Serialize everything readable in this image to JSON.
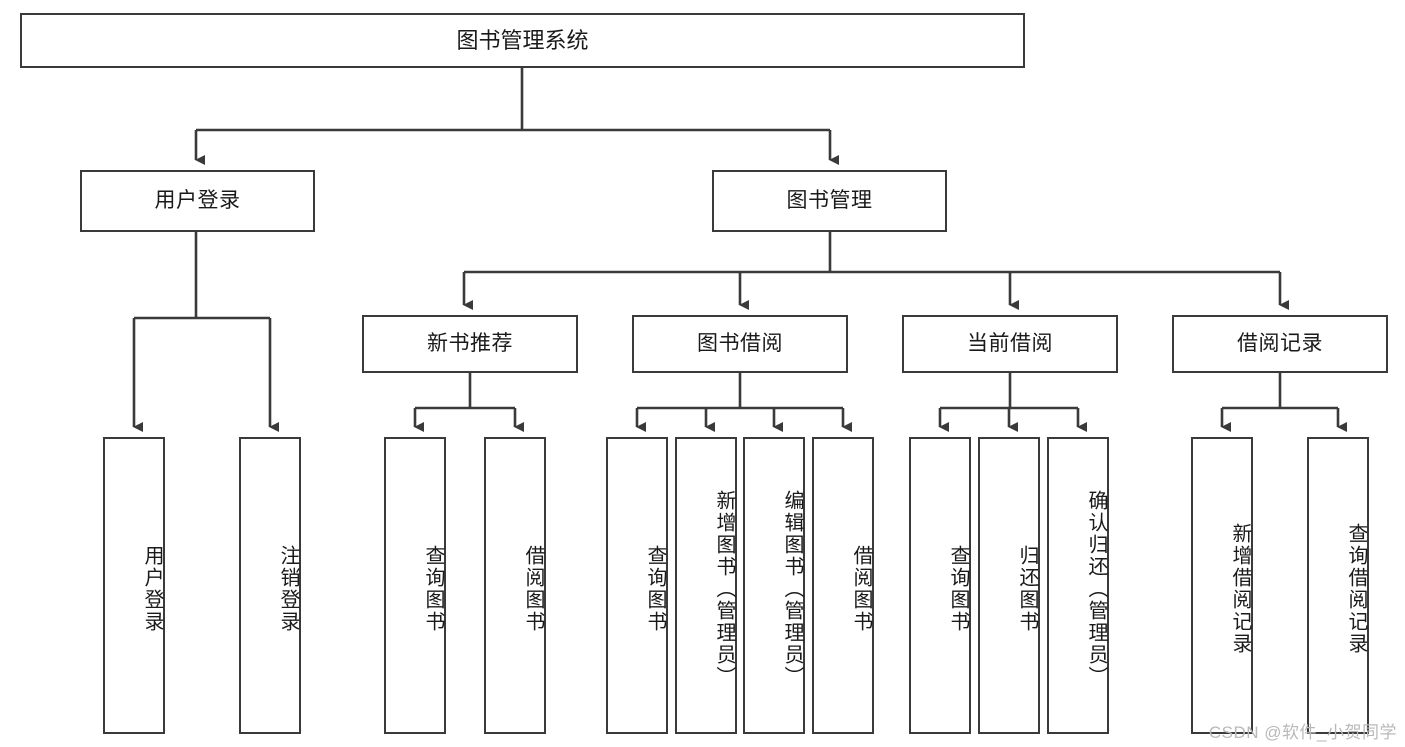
{
  "diagram": {
    "title": "图书管理系统",
    "type": "tree-flowchart",
    "watermark": "CSDN @软件_小贺同学",
    "colors": {
      "border": "#3a3a3a",
      "fill": "#ffffff",
      "text": "#1a1a1a",
      "watermark": "#b9b9b9"
    },
    "nodes": {
      "root": {
        "label": "图书管理系统"
      },
      "level2": [
        {
          "label": "用户登录"
        },
        {
          "label": "图书管理"
        }
      ],
      "level3": [
        {
          "label": "新书推荐"
        },
        {
          "label": "图书借阅"
        },
        {
          "label": "当前借阅"
        },
        {
          "label": "借阅记录"
        }
      ],
      "leaves": {
        "user_login": [
          {
            "label": "用户登录"
          },
          {
            "label": "注销登录"
          }
        ],
        "new_book": [
          {
            "label": "查询图书"
          },
          {
            "label": "借阅图书"
          }
        ],
        "book_borrow": [
          {
            "label": "查询图书"
          },
          {
            "label": "新增图书（管理员）"
          },
          {
            "label": "编辑图书（管理员）"
          },
          {
            "label": "借阅图书"
          }
        ],
        "current_borrow": [
          {
            "label": "查询图书"
          },
          {
            "label": "归还图书"
          },
          {
            "label": "确认归还（管理员）"
          }
        ],
        "borrow_record": [
          {
            "label": "新增借阅记录"
          },
          {
            "label": "查询借阅记录"
          }
        ]
      }
    }
  }
}
